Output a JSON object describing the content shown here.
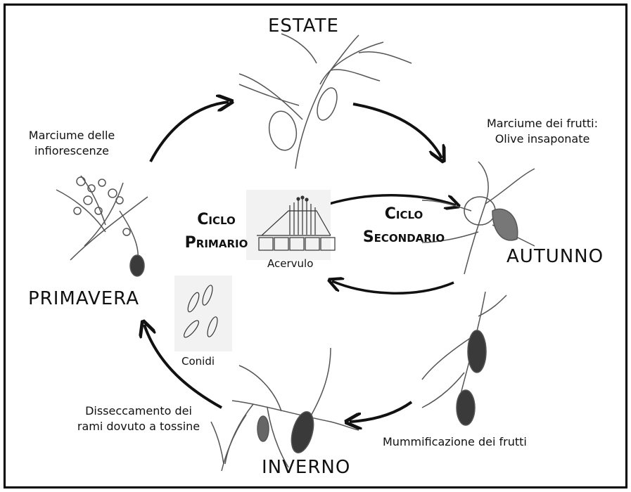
{
  "seasons": {
    "summer": "ESTATE",
    "autumn": "AUTUNNO",
    "winter": "INVERNO",
    "spring": "PRIMAVERA"
  },
  "captions": {
    "spring_line1": "Marciume delle",
    "spring_line2": "infiorescenze",
    "autumn_line1": "Marciume dei frutti:",
    "autumn_line2": "Olive insaponate",
    "mummification": "Mummificazione dei frutti",
    "winter_line1": "Disseccamento dei",
    "winter_line2": "rami dovuto a tossine"
  },
  "center": {
    "primary_line1": "Ciclo",
    "primary_line2": "Primario",
    "secondary_line1": "Ciclo",
    "secondary_line2": "Secondario",
    "acervulus": "Acervulo",
    "conidia": "Conidi"
  },
  "colors": {
    "ink": "#111111",
    "sketch": "#555555",
    "fruit_dark": "#3a3a3a",
    "inset_bg": "#f2f2f2"
  }
}
